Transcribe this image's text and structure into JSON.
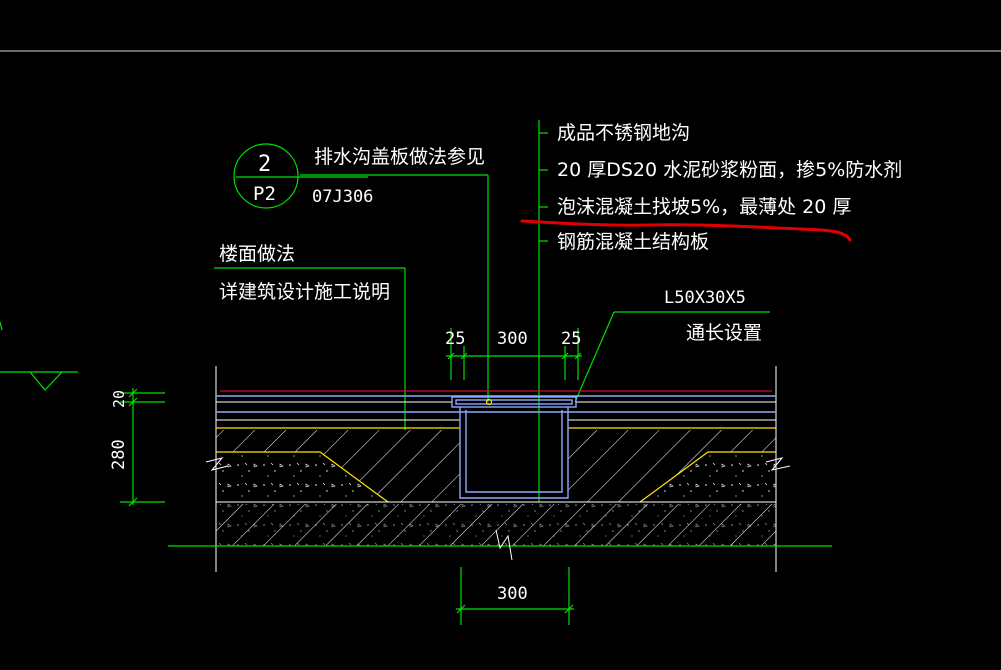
{
  "labels": {
    "detail_circle_top": "2",
    "detail_circle_bottom": "P2",
    "cover_note": "排水沟盖板做法参见",
    "cover_ref": "07J306",
    "floor_method": "楼面做法",
    "floor_ref": "详建筑设计施工说明",
    "layer_1": "成品不锈钢地沟",
    "layer_2": "20 厚DS20 水泥砂浆粉面，掺5%防水剂",
    "layer_3": "泡沫混凝土找坡5%，最薄处 20 厚",
    "layer_4": "钢筋混凝土结构板",
    "angle_spec": "L50X30X5",
    "angle_note": "通长设置",
    "dim_left_25": "25",
    "dim_300_top": "300",
    "dim_right_25": "25",
    "dim_20": "20",
    "dim_280": "280",
    "dim_300_bottom": "300"
  },
  "colors": {
    "background": "#000000",
    "leader_lines": "#00e000",
    "text": "#ffffff",
    "channel": "#8fa8ff",
    "finish_red": "#c8102e",
    "annotation_underline": "#e00000"
  }
}
